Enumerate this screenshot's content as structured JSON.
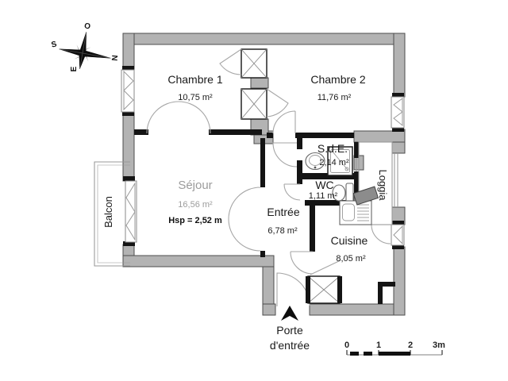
{
  "compass": {
    "north": "N",
    "south": "S",
    "east": "E",
    "west": "O"
  },
  "rooms": {
    "chambre1": {
      "name": "Chambre 1",
      "area": "10,75 m²"
    },
    "chambre2": {
      "name": "Chambre 2",
      "area": "11,76 m²"
    },
    "sejour": {
      "name": "Séjour",
      "area": "16,56 m²",
      "ceiling": "Hsp = 2,52 m"
    },
    "entree": {
      "name": "Entrée",
      "area": "6,78 m²"
    },
    "sde": {
      "name": "S.d.E.",
      "area": "2,14 m²"
    },
    "wc": {
      "name": "WC",
      "area": "1,11 m²"
    },
    "cuisine": {
      "name": "Cuisine",
      "area": "8,05 m²"
    },
    "loggia": {
      "name": "Loggia"
    },
    "balcon": {
      "name": "Balcon"
    }
  },
  "entrance": {
    "line1": "Porte",
    "line2": "d'entrée"
  },
  "scale_bar": {
    "tick0": "0",
    "tick1": "1",
    "tick2": "2",
    "tick3": "3m"
  },
  "colors": {
    "wall_gray": "#b3b3b3",
    "wall_edge": "#4d4d4d",
    "partition_black": "#141414",
    "thin_line_gray": "#9a9a9a",
    "sejour_label_gray": "#9c9c9c",
    "text_black": "#1a1a1a"
  }
}
